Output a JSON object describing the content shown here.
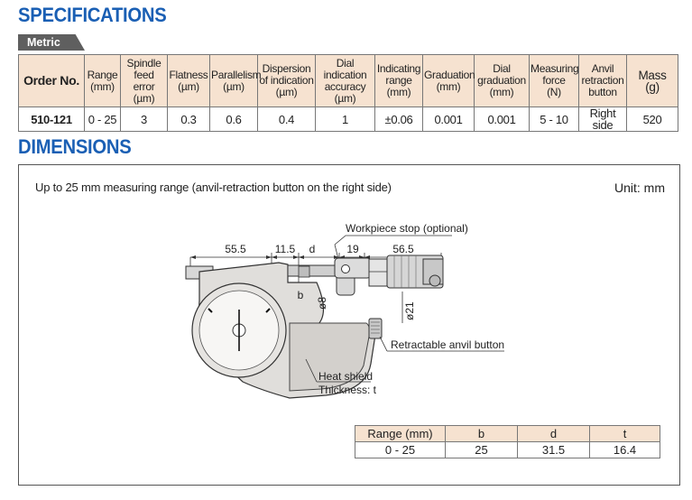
{
  "specifications": {
    "title": "SPECIFICATIONS",
    "tab": "Metric",
    "headers": [
      [
        "Order No."
      ],
      [
        "Range",
        "(mm)"
      ],
      [
        "Spindle",
        "feed error",
        "(µm)"
      ],
      [
        "Flatness",
        "(µm)"
      ],
      [
        "Parallelism",
        "(µm)"
      ],
      [
        "Dispersion",
        "of indication",
        "(µm)"
      ],
      [
        "Dial indication",
        "accuracy",
        "(µm)"
      ],
      [
        "Indicating",
        "range",
        "(mm)"
      ],
      [
        "Graduation",
        "(mm)"
      ],
      [
        "Dial",
        "graduation",
        "(mm)"
      ],
      [
        "Measuring",
        "force",
        "(N)"
      ],
      [
        "Anvil",
        "retraction",
        "button"
      ],
      [
        "Mass",
        "(g)"
      ]
    ],
    "rows": [
      [
        "510-121",
        "0 - 25",
        "3",
        "0.3",
        "0.6",
        "0.4",
        "1",
        "±0.06",
        "0.001",
        "0.001",
        "5 - 10",
        "Right side",
        "520"
      ]
    ]
  },
  "dimensions": {
    "title": "DIMENSIONS",
    "note": "Up to 25 mm measuring range (anvil-retraction button on the right side)",
    "unit": "Unit: mm",
    "labels": {
      "dim_55_5": "55.5",
      "dim_11_5": "11.5",
      "dim_d": "d",
      "dim_19": "19",
      "dim_56_5": "56.5",
      "dim_b": "b",
      "dia_8": "ø8",
      "dia_21": "ø21",
      "workpiece_stop": "Workpiece stop (optional)",
      "retract_button": "Retractable anvil button",
      "heat_shield": "Heat shield",
      "thickness": "Thickness: t"
    },
    "table": {
      "headers": [
        "Range (mm)",
        "b",
        "d",
        "t"
      ],
      "rows": [
        [
          "0 - 25",
          "25",
          "31.5",
          "16.4"
        ]
      ]
    }
  }
}
